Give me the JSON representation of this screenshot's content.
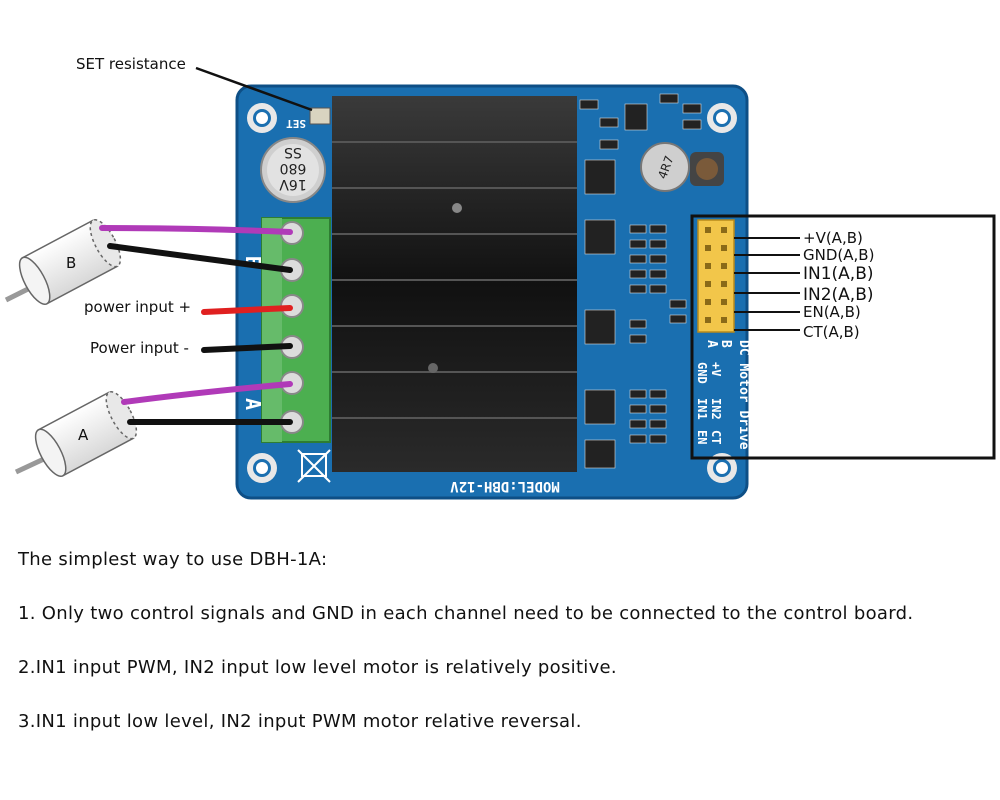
{
  "labels": {
    "set_resistance": "SET resistance",
    "power_plus": "power input +",
    "power_minus": "Power input -",
    "motor_a": "A",
    "motor_b": "B"
  },
  "pins": [
    "+V(A,B)",
    "GND(A,B)",
    "IN1(A,B)",
    "IN2(A,B)",
    "EN(A,B)",
    "CT(A,B)"
  ],
  "board": {
    "model": "MODEL:DBH-12V",
    "title": "DC Motor Drive",
    "set_label": "SET",
    "header_labels": [
      "+V",
      "GND",
      "IN1",
      "IN2",
      "EN",
      "CT"
    ],
    "header_ab": [
      "A",
      "B"
    ],
    "terminal_a": "A",
    "terminal_b": "B",
    "cap_lines": [
      "16V",
      "680",
      "SS"
    ],
    "inductor_text": "4R7"
  },
  "colors": {
    "pcb": "#1a6fb0",
    "heatsink": "#1b1b1b",
    "terminal": "#4caf50",
    "header": "#f2c64a",
    "wire_purple": "#b03ab8",
    "wire_black": "#111111",
    "wire_red": "#e02020"
  },
  "notes": {
    "title": "The simplest way to use DBH-1A:",
    "items": [
      "1. Only two control signals and GND in each channel need to be connected to the control board.",
      "2.IN1 input PWM, IN2 input low level motor is relatively positive.",
      "3.IN1 input low level, IN2 input PWM motor relative reversal."
    ]
  }
}
